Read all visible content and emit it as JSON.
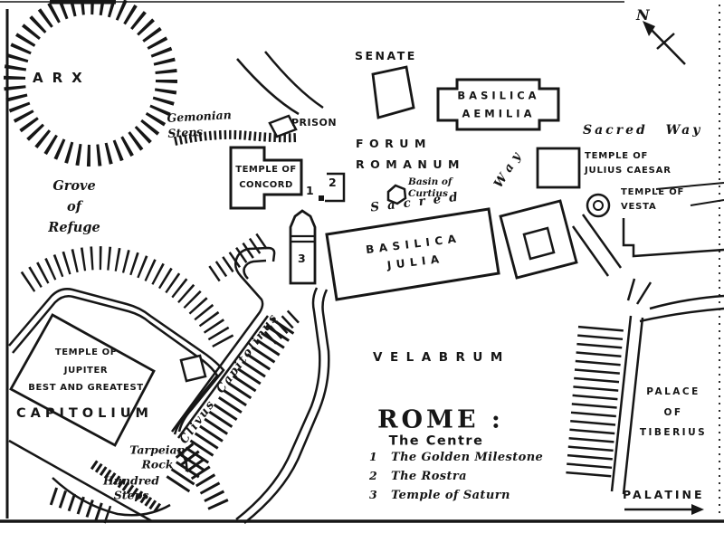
{
  "map": {
    "compass_label": "N",
    "title": "ROME :",
    "subtitle": "The Centre",
    "legend": {
      "items": [
        {
          "num": "1",
          "label": "The Golden Milestone"
        },
        {
          "num": "2",
          "label": "The Rostra"
        },
        {
          "num": "3",
          "label": "Temple of Saturn"
        }
      ]
    },
    "labels": {
      "arx": "ARX",
      "grove_of_refuge": "Grove\nof\nRefuge",
      "gemonian_steps": "Gemonian\nSteps",
      "prison": "PRISON",
      "senate": "SENATE",
      "basilica_aemilia": "BASILICA\nAEMILIA",
      "forum_romanum": "FORUM\nROMANUM",
      "sacred_way": "Sacred Way",
      "temple_of_julius_caesar": "TEMPLE OF\nJULIUS CAESAR",
      "temple_of_vesta": "TEMPLE OF\nVESTA",
      "basin_of_curtius": "Basin of\nCurtius",
      "sacred_diagonal": "Sacred",
      "way_diagonal": "Way",
      "basilica_julia": "BASILICA\nJULIA",
      "temple_of_concord": "TEMPLE OF\nCONCORD",
      "temple_of_jupiter": "TEMPLE OF\nJUPITER\nBEST AND GREATEST",
      "capitolium": "CAPITOLIUM",
      "clivus_capitolinus": "Clivus Capitolinus",
      "tarpeian_rock": "Tarpeian\nRock",
      "hundred_steps": "Hundred\nSteps",
      "velabrum": "VELABRUM",
      "palace_of_tiberius": "PALACE\nOF\nTIBERIUS",
      "palatine": "PALATINE",
      "marker_1": "1",
      "marker_2": "2",
      "marker_3": "3"
    },
    "colors": {
      "ink": "#161616",
      "paper": "#ffffff"
    }
  }
}
